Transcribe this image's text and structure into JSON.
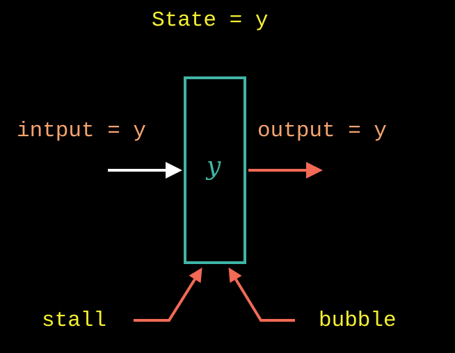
{
  "title": "State = y",
  "input_label": "intput = y",
  "output_label": "output = y",
  "register_value": "y",
  "stall_label": "stall",
  "bubble_label": "bubble",
  "colors": {
    "background": "#000000",
    "label_yellow": "#f5f032",
    "label_orange": "#f5a470",
    "register_border": "#40b5a5",
    "register_value": "#40b5a5",
    "input_arrow": "#ffffff",
    "output_arrow": "#f26a55",
    "control_arrow": "#f26a55"
  }
}
